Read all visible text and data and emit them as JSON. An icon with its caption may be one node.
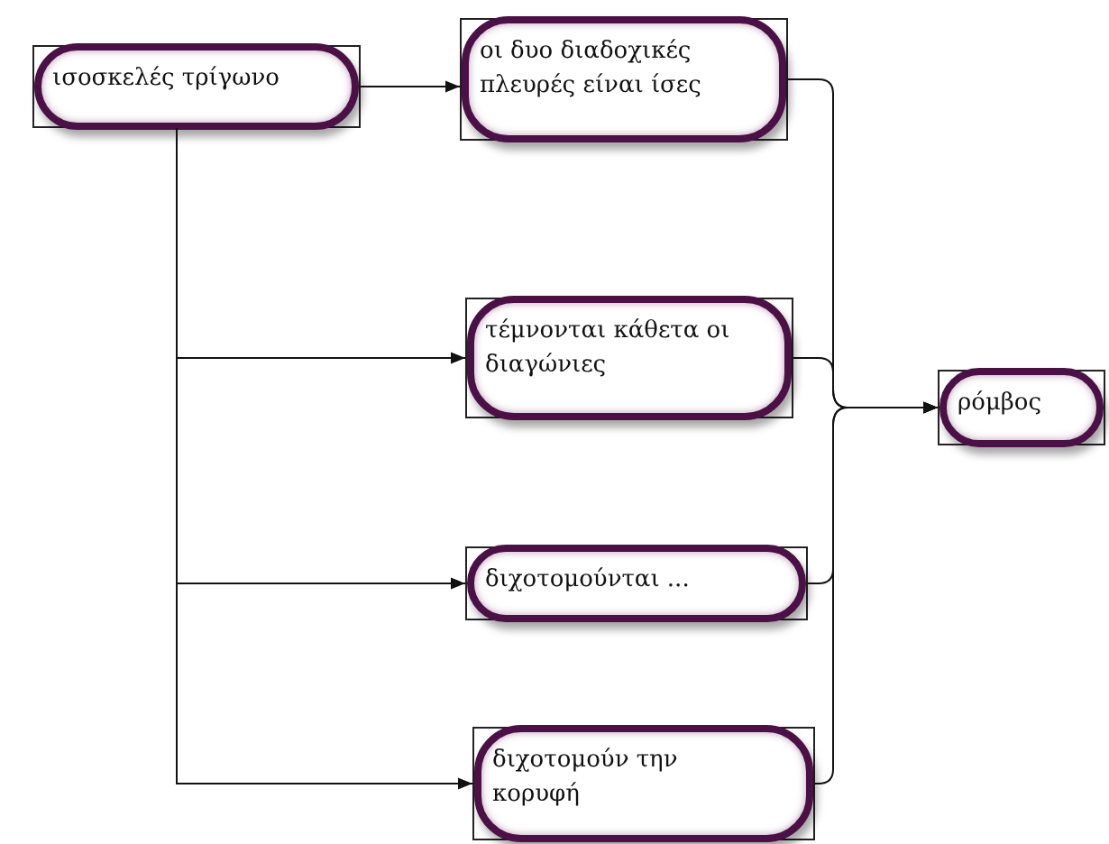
{
  "diagram": {
    "nodes": [
      {
        "text": [
          "ισοσκελές τρίγωνο"
        ]
      },
      {
        "text": [
          "οι δυο διαδοχικές πλευρές είναι ίσες"
        ]
      },
      {
        "text": [
          "τέμνονται κάθετα οι διαγώνιες"
        ]
      },
      {
        "text": [
          "διχοτομούνται ..."
        ]
      },
      {
        "text": [
          "διχοτομούν την κορυφή"
        ]
      },
      {
        "text": [
          "ρόμβος"
        ]
      }
    ],
    "edges": [
      {
        "from": 0,
        "to": 1,
        "arrow": "to"
      },
      {
        "from": 0,
        "to": 2,
        "arrow": "to"
      },
      {
        "from": 0,
        "to": 3,
        "arrow": "to"
      },
      {
        "from": 0,
        "to": 4,
        "arrow": "to"
      },
      {
        "from": 1,
        "to": 5,
        "arrow": "to"
      },
      {
        "from": 2,
        "to": 5,
        "arrow": "to"
      },
      {
        "from": 3,
        "to": 5,
        "arrow": "to"
      },
      {
        "from": 4,
        "to": 5,
        "arrow": "to"
      }
    ]
  }
}
